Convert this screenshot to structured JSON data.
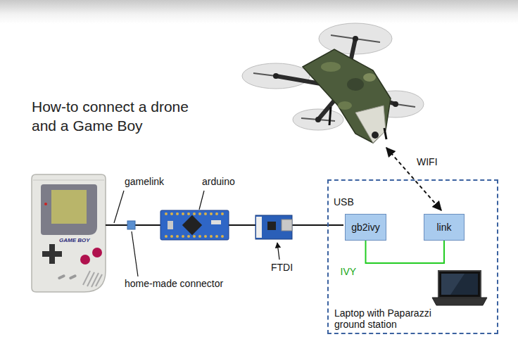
{
  "diagram": {
    "title": "How-to connect a drone and a Game Boy",
    "nodes": [
      {
        "text": [
          "Laptop with Paparazzi ground station"
        ]
      },
      {
        "text": [
          "gb2ivy"
        ],
        "in": 0
      },
      {
        "text": [
          "link"
        ],
        "in": 0
      }
    ],
    "edges": [
      {
        "from": 1,
        "to": 2,
        "arrow": "none",
        "label": "IVY"
      }
    ],
    "labels": [
      "gamelink",
      "arduino",
      "home-made connector",
      "FTDI",
      "USB",
      "WIFI",
      "GAME BOY"
    ]
  }
}
